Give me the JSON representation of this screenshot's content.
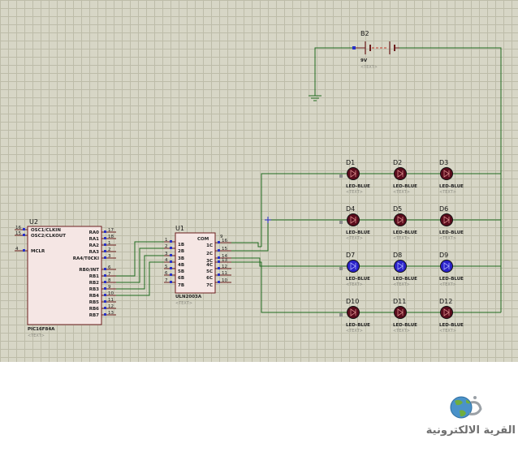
{
  "battery": {
    "ref": "B2",
    "value": "9V",
    "text": "<TEXT>"
  },
  "u2": {
    "ref": "U2",
    "part": "PIC16F84A",
    "text": "<TEXT>",
    "left_pins": [
      {
        "num": "16",
        "name": "OSC1/CLKIN"
      },
      {
        "num": "15",
        "name": "OSC2/CLKOUT"
      },
      {
        "num": "4",
        "name": "MCLR"
      }
    ],
    "right_pins": [
      {
        "num": "17",
        "name": "RA0"
      },
      {
        "num": "18",
        "name": "RA1"
      },
      {
        "num": "1",
        "name": "RA2"
      },
      {
        "num": "2",
        "name": "RA3"
      },
      {
        "num": "3",
        "name": "RA4/T0CKI"
      },
      {
        "num": "6",
        "name": "RB0/INT"
      },
      {
        "num": "7",
        "name": "RB1"
      },
      {
        "num": "8",
        "name": "RB2"
      },
      {
        "num": "9",
        "name": "RB3"
      },
      {
        "num": "10",
        "name": "RB4"
      },
      {
        "num": "11",
        "name": "RB5"
      },
      {
        "num": "12",
        "name": "RB6"
      },
      {
        "num": "13",
        "name": "RB7"
      }
    ]
  },
  "u1": {
    "ref": "U1",
    "part": "ULN2003A",
    "text": "<TEXT>",
    "com_label": "COM",
    "com_num": "9",
    "inputs": [
      {
        "num": "1",
        "name": "1B"
      },
      {
        "num": "2",
        "name": "2B"
      },
      {
        "num": "3",
        "name": "3B"
      },
      {
        "num": "4",
        "name": "4B"
      },
      {
        "num": "5",
        "name": "5B"
      },
      {
        "num": "6",
        "name": "6B"
      },
      {
        "num": "7",
        "name": "7B"
      }
    ],
    "outputs": [
      {
        "num": "16",
        "name": "1C"
      },
      {
        "num": "15",
        "name": "2C"
      },
      {
        "num": "14",
        "name": "3C"
      },
      {
        "num": "13",
        "name": "4C"
      },
      {
        "num": "12",
        "name": "5C"
      },
      {
        "num": "11",
        "name": "6C"
      },
      {
        "num": "10",
        "name": "7C"
      }
    ]
  },
  "leds": [
    {
      "ref": "D1",
      "value": "LED-BLUE",
      "text": "<TEXT>",
      "lit": false
    },
    {
      "ref": "D2",
      "value": "LED-BLUE",
      "text": "<TEXT>",
      "lit": false
    },
    {
      "ref": "D3",
      "value": "LED-BLUE",
      "text": "<TEXT>",
      "lit": false
    },
    {
      "ref": "D4",
      "value": "LED-BLUE",
      "text": "<TEXT>",
      "lit": false
    },
    {
      "ref": "D5",
      "value": "LED-BLUE",
      "text": "<TEXT>",
      "lit": false
    },
    {
      "ref": "D6",
      "value": "LED-BLUE",
      "text": "<TEXT>",
      "lit": false
    },
    {
      "ref": "D7",
      "value": "LED-BLUE",
      "text": "<TEXT>",
      "lit": true
    },
    {
      "ref": "D8",
      "value": "LED-BLUE",
      "text": "<TEXT>",
      "lit": true
    },
    {
      "ref": "D9",
      "value": "LED-BLUE",
      "text": "<TEXT>",
      "lit": true
    },
    {
      "ref": "D10",
      "value": "LED-BLUE",
      "text": "<TEXT>",
      "lit": false
    },
    {
      "ref": "D11",
      "value": "LED-BLUE",
      "text": "<TEXT>",
      "lit": false
    },
    {
      "ref": "D12",
      "value": "LED-BLUE",
      "text": "<TEXT>",
      "lit": false
    }
  ],
  "colors": {
    "wire": "#1f6a1f",
    "led_off": "#5a0c1c",
    "led_on": "#2a21c8",
    "component_body": "#f5e6e4",
    "component_outline": "#6b1d1d",
    "sheet": "#d7d6c6"
  },
  "logo": {
    "text": "القرية الالكترونية",
    "icon": "globe-with-arabic-letter-icon"
  }
}
